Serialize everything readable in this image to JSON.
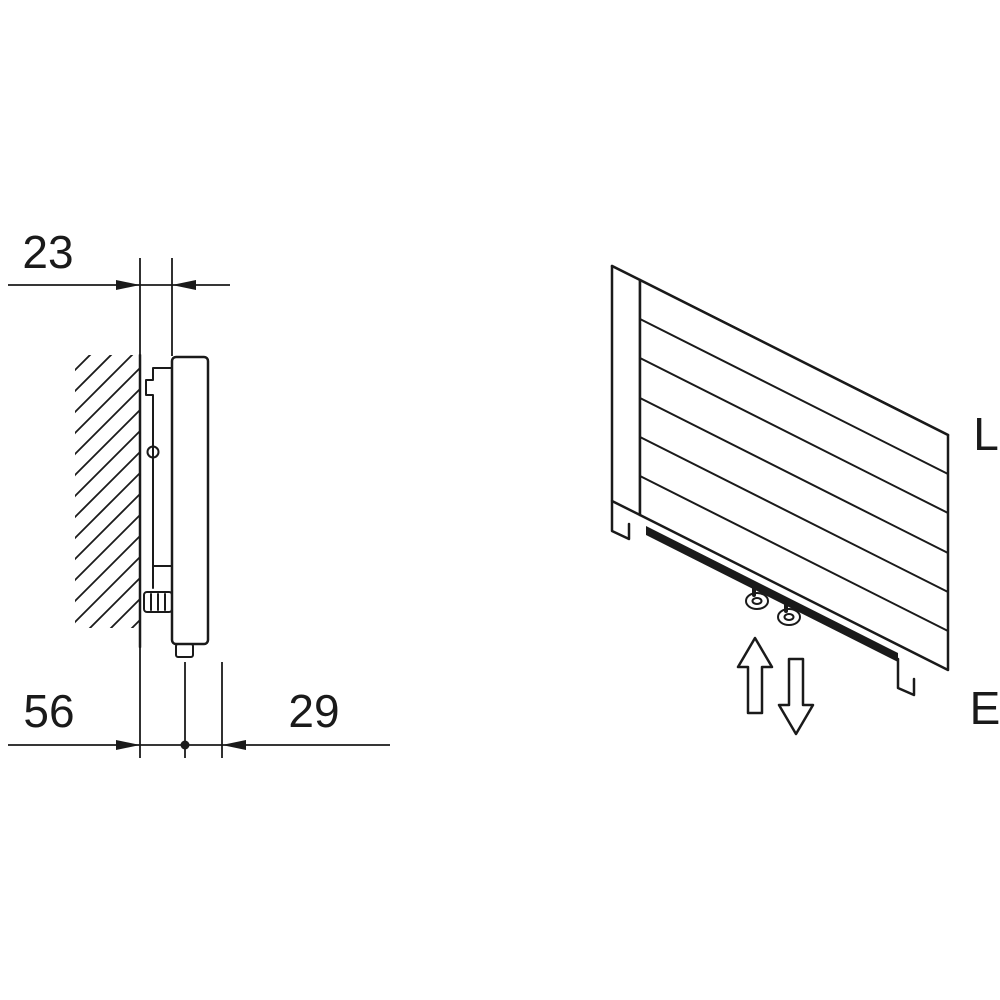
{
  "colors": {
    "line": "#1a1a1a",
    "background": "#ffffff"
  },
  "side_view": {
    "dim_top": "23",
    "dim_bottom_left": "56",
    "dim_bottom_right": "29"
  },
  "iso_view": {
    "label_l": "L",
    "label_e": "E"
  }
}
